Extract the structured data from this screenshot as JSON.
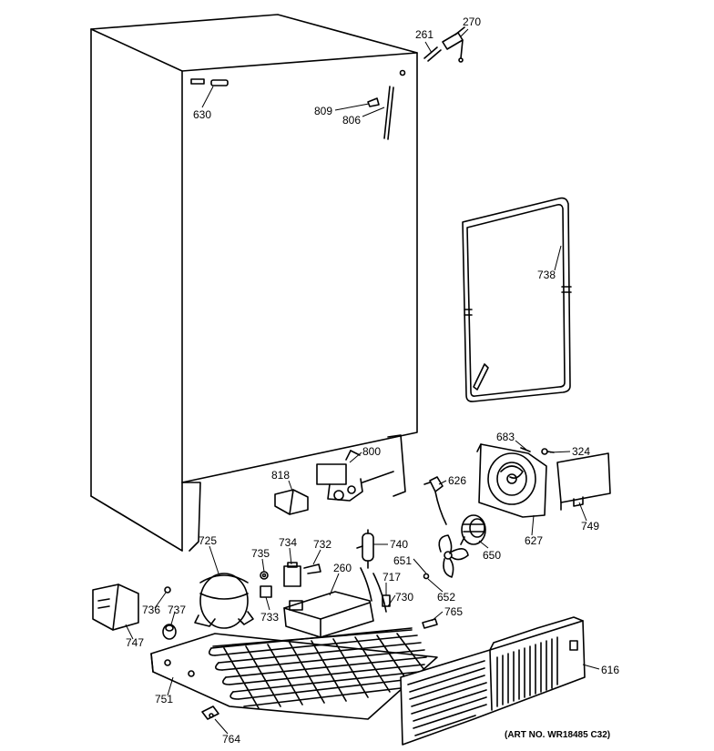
{
  "callouts": [
    {
      "id": "261",
      "label": "261"
    },
    {
      "id": "270",
      "label": "270"
    },
    {
      "id": "630",
      "label": "630"
    },
    {
      "id": "809",
      "label": "809"
    },
    {
      "id": "806",
      "label": "806"
    },
    {
      "id": "738",
      "label": "738"
    },
    {
      "id": "683",
      "label": "683"
    },
    {
      "id": "324",
      "label": "324"
    },
    {
      "id": "800",
      "label": "800"
    },
    {
      "id": "818",
      "label": "818"
    },
    {
      "id": "626",
      "label": "626"
    },
    {
      "id": "627",
      "label": "627"
    },
    {
      "id": "749",
      "label": "749"
    },
    {
      "id": "650",
      "label": "650"
    },
    {
      "id": "725",
      "label": "725"
    },
    {
      "id": "735",
      "label": "735"
    },
    {
      "id": "734",
      "label": "734"
    },
    {
      "id": "732",
      "label": "732"
    },
    {
      "id": "740",
      "label": "740"
    },
    {
      "id": "260",
      "label": "260"
    },
    {
      "id": "651",
      "label": "651"
    },
    {
      "id": "717",
      "label": "717"
    },
    {
      "id": "652",
      "label": "652"
    },
    {
      "id": "730",
      "label": "730"
    },
    {
      "id": "736",
      "label": "736"
    },
    {
      "id": "737",
      "label": "737"
    },
    {
      "id": "733",
      "label": "733"
    },
    {
      "id": "765",
      "label": "765"
    },
    {
      "id": "747",
      "label": "747"
    },
    {
      "id": "751",
      "label": "751"
    },
    {
      "id": "616",
      "label": "616"
    },
    {
      "id": "764",
      "label": "764"
    }
  ],
  "art_number": "(ART NO. WR18485 C32)"
}
